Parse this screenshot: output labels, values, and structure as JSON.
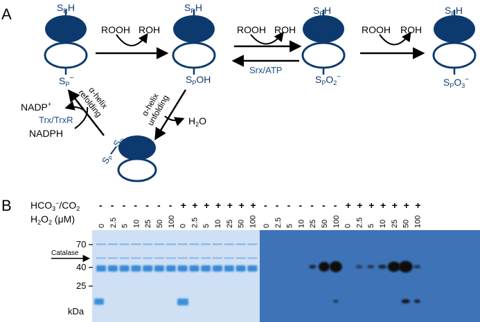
{
  "panel_a": {
    "letter": "A",
    "thiols": {
      "resolving": "S",
      "resolving_sub": "R",
      "resolving_suffix": "H",
      "peroxidatic": "S",
      "peroxidatic_sub": "P"
    },
    "states": {
      "thiolate_suffix": "−",
      "sulfenic_suffix": "OH",
      "sulfinic_suffix": "O",
      "sulfinic_sub2": "2",
      "sulfinic_charge": "−",
      "sulfonic_suffix": "O",
      "sulfonic_sub2": "3",
      "sulfonic_charge": "−"
    },
    "reactions": {
      "substrate": "ROOH",
      "product": "ROH",
      "reverse_enzyme": "Srx/ATP",
      "water": "H",
      "water_sub": "2",
      "water_suffix": "O",
      "unfolding_1": "α-helix",
      "unfolding_2": "unfolding",
      "refolding_1": "α-helix",
      "refolding_2": "refolding",
      "reductant_system": "Trx/TrxR",
      "nadp": "NADP",
      "nadp_sup": "+",
      "nadph": "NADPH"
    }
  },
  "panel_b": {
    "letter": "B",
    "row_bicarb_label": "HCO",
    "row_bicarb_sub": "3",
    "row_bicarb_sup": "−",
    "row_bicarb_rest": "/CO",
    "row_bicarb_sub2": "2",
    "row_h2o2_label": "H",
    "row_h2o2_sub1": "2",
    "row_h2o2_mid": "O",
    "row_h2o2_sub2": "2",
    "row_h2o2_unit": " (μM)",
    "minus_sign": "-",
    "plus_sign": "+",
    "concentrations": [
      "0",
      "2.5",
      "5",
      "10",
      "25",
      "50",
      "100"
    ],
    "left_gel_bicarb": [
      "-",
      "-",
      "-",
      "-",
      "-",
      "-",
      "-",
      "+",
      "+",
      "+",
      "+",
      "+",
      "+",
      "+"
    ],
    "right_gel_bicarb": [
      "-",
      "-",
      "-",
      "-",
      "-",
      "-",
      "-",
      "+",
      "+",
      "+",
      "+",
      "+",
      "+",
      "+"
    ],
    "mw_markers": [
      "70",
      "40",
      "25"
    ],
    "mw_unit": "kDa",
    "catalase_label": "Catalase",
    "colors": {
      "navy": "#0d3a6e",
      "coomassie_bg": "#cfe0f4",
      "coomassie_band": "#2f86d6",
      "blot_bg": "#3f73b8",
      "blot_band": "#0a0a0a",
      "text_blue": "#1f4d8c"
    }
  }
}
